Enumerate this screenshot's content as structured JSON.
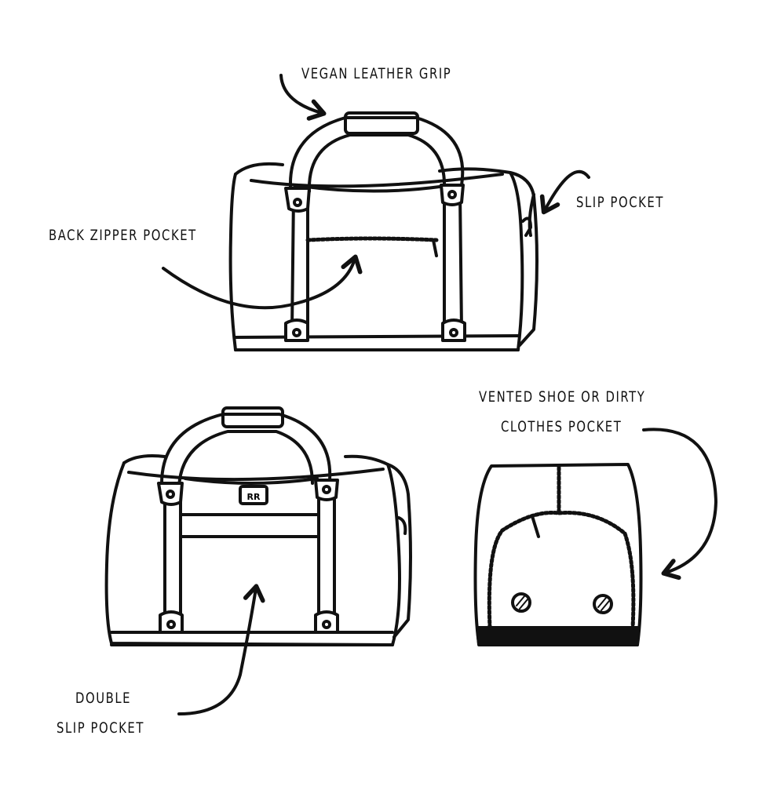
{
  "labels": {
    "vegan_leather_grip": "VEGAN LEATHER GRIP",
    "slip_pocket": "SLIP POCKET",
    "back_zipper_pocket": "BACK ZIPPER POCKET",
    "vented_line1": "VENTED SHOE OR DIRTY",
    "vented_line2": "CLOTHES POCKET",
    "double_line1": "DOUBLE",
    "double_line2": "SLIP POCKET"
  },
  "logo": "RR",
  "colors": {
    "ink": "#111111",
    "background": "#ffffff"
  }
}
